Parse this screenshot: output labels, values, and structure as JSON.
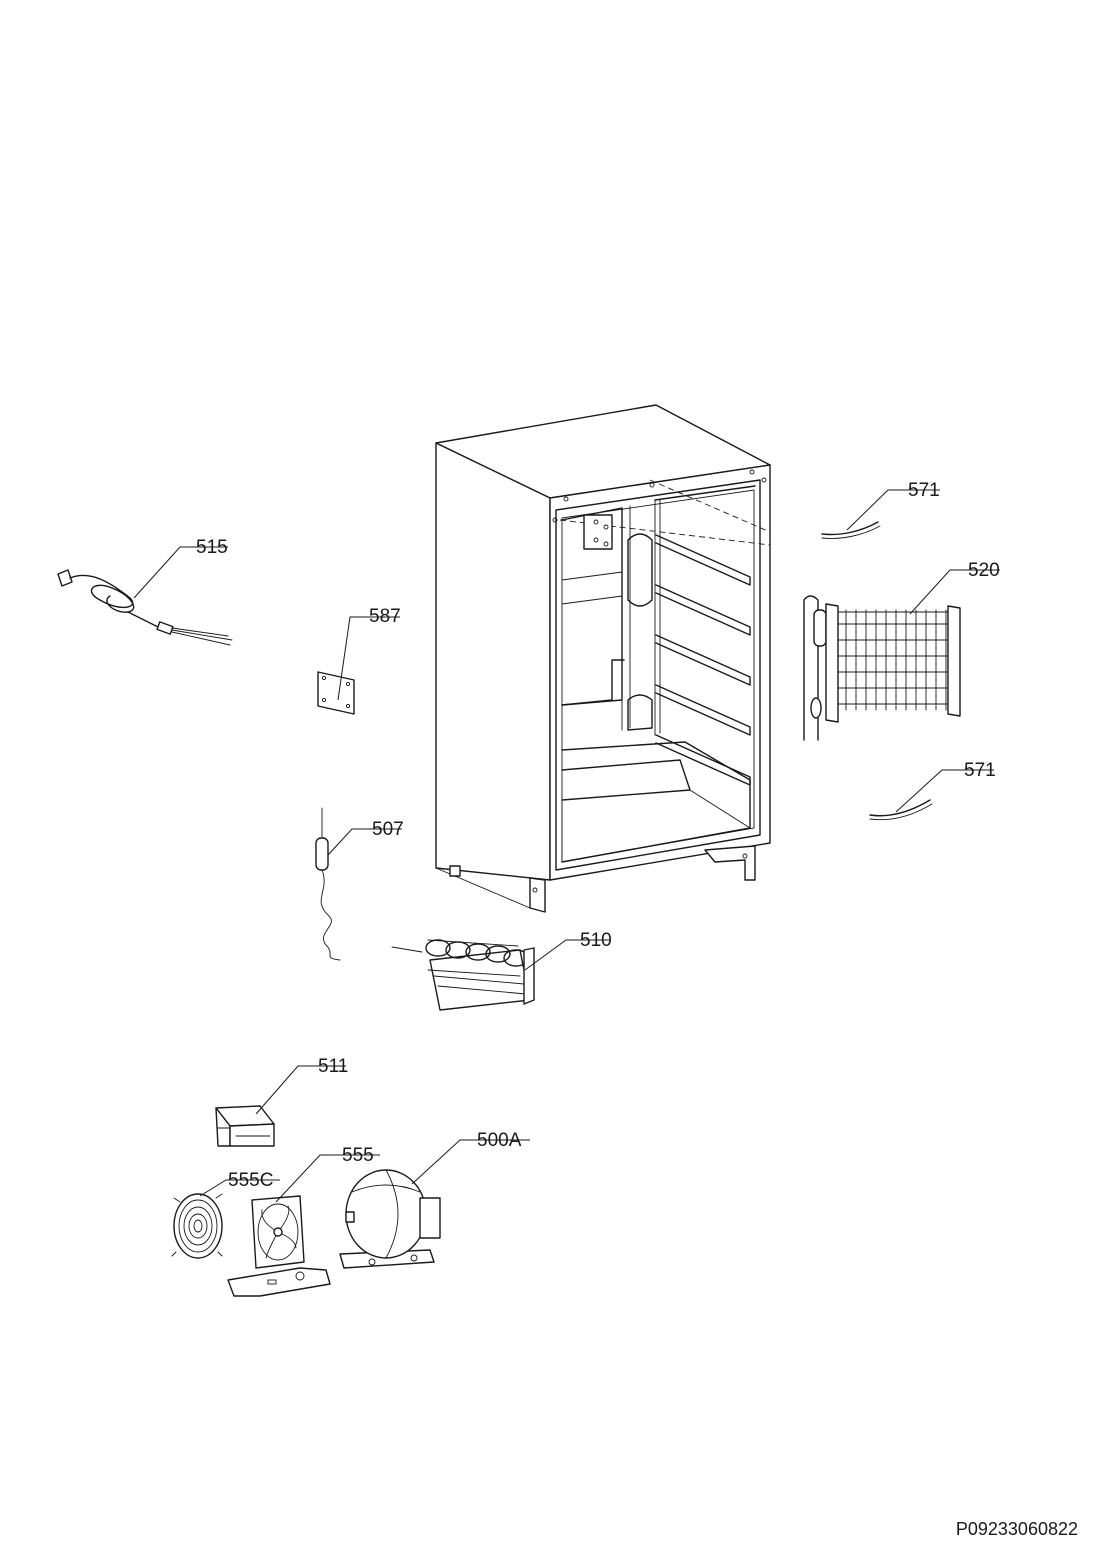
{
  "callouts": {
    "p571_top": "571",
    "p515": "515",
    "p520": "520",
    "p587": "587",
    "p571_bottom": "571",
    "p507": "507",
    "p510": "510",
    "p511": "511",
    "p555": "555",
    "p500a": "500A",
    "p555c": "555C"
  },
  "document_id": "P09233060822"
}
